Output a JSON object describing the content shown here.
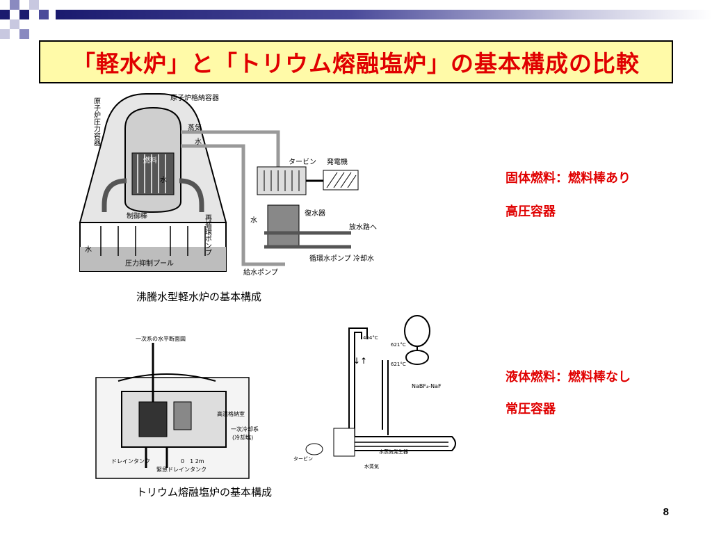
{
  "slide": {
    "title": "「軽水炉」と「トリウム熔融塩炉」の基本構成の比較",
    "page_number": "8"
  },
  "bwr": {
    "caption": "沸騰水型軽水炉の基本構成",
    "labels": {
      "rpv": "原子炉圧力容器",
      "containment": "原子炉格納容器",
      "steam": "蒸気",
      "water": "水",
      "fuel": "燃料",
      "water_in_vessel": "水",
      "control_rod": "制御棒",
      "recirc_pump": "再循環ポンプ",
      "pool_water": "水",
      "suppression_pool": "圧力抑制プール",
      "turbine": "タービン",
      "generator": "発電機",
      "condenser": "復水器",
      "water_return": "水",
      "to_discharge": "放水路へ",
      "feed_pump": "給水ポンプ",
      "circ_pump": "循環水ポンプ",
      "cooling_water": "冷却水"
    }
  },
  "msr": {
    "caption": "トリウム熔融塩炉の基本構成",
    "labels": {
      "primary_section": "一次系の水平断面図",
      "hightemp_vessel": "高温格納室",
      "primary_cooler": "一次冷却系",
      "sub_cooler": "(冷却塩)",
      "drain_tank": "ドレインタンク",
      "emergency_drain": "緊急ドレインタンク",
      "scale": "0　1 2m",
      "temp1": "454°C",
      "temp2": "621°C",
      "temp3": "621°C",
      "salt": "NaBF₄-NaF",
      "turbine": "タービン",
      "steam_gen": "水蒸気発生器",
      "steam": "水蒸気"
    }
  },
  "notes": [
    {
      "line1": "固体燃料：燃料棒あり",
      "line2": "高圧容器"
    },
    {
      "line1": "液体燃料：燃料棒なし",
      "line2": "常圧容器"
    }
  ]
}
